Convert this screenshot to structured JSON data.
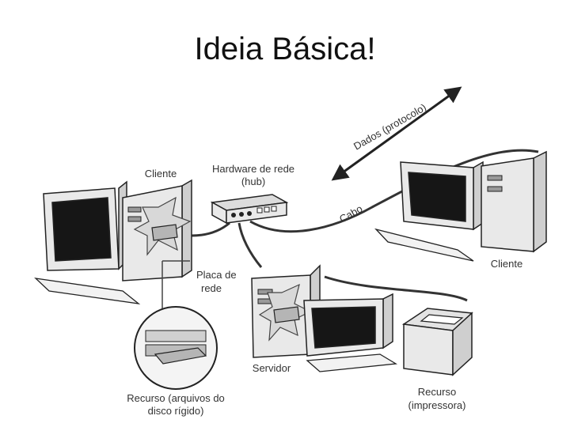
{
  "title": "Ideia Básica!",
  "labels": {
    "client_left": "Cliente",
    "hub_line1": "Hardware de rede",
    "hub_line2": "(hub)",
    "data_protocol": "Dados (protocolo)",
    "cable": "Cabo",
    "client_right": "Cliente",
    "nic_line1": "Placa de",
    "nic_line2": "rede",
    "server": "Servidor",
    "resource_disk_line1": "Recurso (arquivos do",
    "resource_disk_line2": "disco rígido)",
    "resource_printer_line1": "Recurso",
    "resource_printer_line2": "(impressora)"
  }
}
